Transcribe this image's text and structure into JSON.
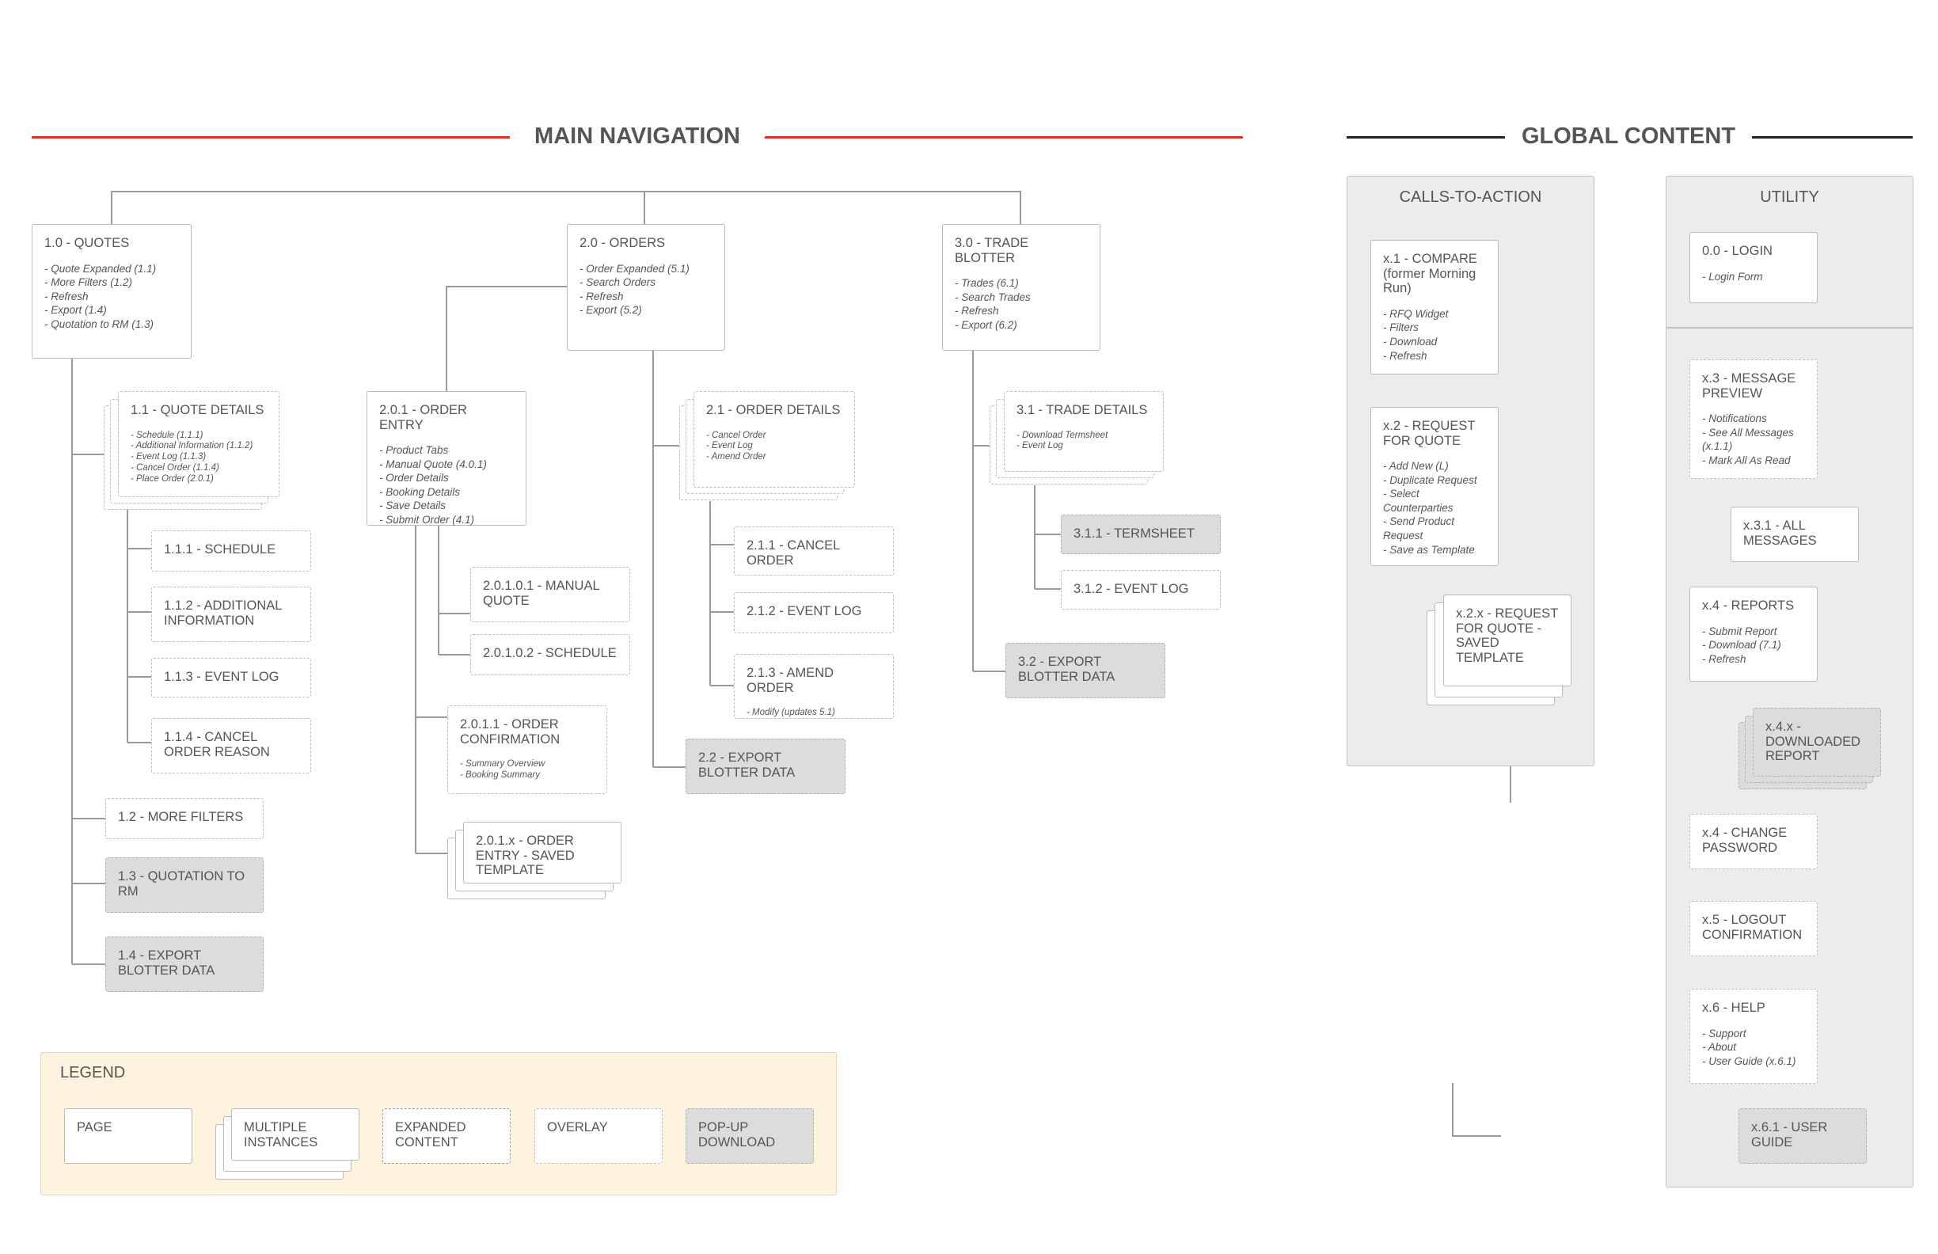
{
  "headers": {
    "main_navigation": "MAIN NAVIGATION",
    "global_content": "GLOBAL CONTENT",
    "main_line_color": "#e0322c",
    "global_line_color": "#222222"
  },
  "quotes": {
    "root": {
      "title": "1.0 - QUOTES",
      "items": [
        "Quote Expanded (1.1)",
        "More Filters (1.2)",
        "Refresh",
        "Export (1.4)",
        "Quotation to RM (1.3)"
      ]
    },
    "details": {
      "title": "1.1 - QUOTE DETAILS",
      "items": [
        "Schedule (1.1.1)",
        "Additional Information (1.1.2)",
        "Event Log (1.1.3)",
        "Cancel Order (1.1.4)",
        "Place Order (2.0.1)"
      ]
    },
    "schedule": "1.1.1 - SCHEDULE",
    "additional_info": "1.1.2 - ADDITIONAL INFORMATION",
    "event_log": "1.1.3 - EVENT LOG",
    "cancel_reason": "1.1.4 - CANCEL ORDER REASON",
    "more_filters": "1.2 - MORE FILTERS",
    "quotation_to_rm": "1.3 - QUOTATION TO RM",
    "export_blotter": "1.4 - EXPORT BLOTTER DATA"
  },
  "orders": {
    "root": {
      "title": "2.0 - ORDERS",
      "items": [
        "Order Expanded (5.1)",
        "Search Orders",
        "Refresh",
        "Export (5.2)"
      ]
    },
    "entry": {
      "title": "2.0.1 - ORDER ENTRY",
      "items": [
        "Product Tabs",
        "Manual Quote (4.0.1)",
        "Order Details",
        "Booking Details",
        "Save Details",
        "Submit Order (4.1)"
      ]
    },
    "manual_quote": "2.0.1.0.1 - MANUAL QUOTE",
    "schedule": "2.0.1.0.2 - SCHEDULE",
    "confirmation": {
      "title": "2.0.1.1 - ORDER CONFIRMATION",
      "items": [
        "Summary Overview",
        "Booking Summary"
      ]
    },
    "saved_template": "2.0.1.x - ORDER ENTRY - SAVED TEMPLATE",
    "details": {
      "title": "2.1 - ORDER DETAILS",
      "items": [
        "Cancel Order",
        "Event Log",
        " Amend Order"
      ]
    },
    "cancel_order": "2.1.1 - CANCEL ORDER",
    "event_log": "2.1.2 - EVENT LOG",
    "amend_order": {
      "title": "2.1.3 - AMEND ORDER",
      "items": [
        "Modify (updates 5.1)"
      ]
    },
    "export_blotter": "2.2 - EXPORT BLOTTER DATA"
  },
  "trade": {
    "root": {
      "title": "3.0 - TRADE BLOTTER",
      "items": [
        "Trades (6.1)",
        "Search Trades",
        "Refresh",
        "Export (6.2)"
      ]
    },
    "details": {
      "title": "3.1 - TRADE DETAILS",
      "items": [
        "Download Termsheet",
        "Event Log"
      ]
    },
    "termsheet": "3.1.1 - TERMSHEET",
    "event_log": "3.1.2 - EVENT LOG",
    "export_blotter": "3.2 - EXPORT BLOTTER DATA"
  },
  "cta": {
    "title": "CALLS-TO-ACTION",
    "compare": {
      "title": "x.1 - COMPARE (former Morning Run)",
      "items": [
        "RFQ Widget",
        "Filters",
        "Download",
        "Refresh"
      ]
    },
    "rfq": {
      "title": "x.2 - REQUEST FOR QUOTE",
      "items": [
        "Add New (L)",
        "Duplicate Request",
        "Select Counterparties",
        "Send Product Request",
        "Save as Template"
      ]
    },
    "saved_template": "x.2.x - REQUEST FOR QUOTE - SAVED TEMPLATE"
  },
  "utility": {
    "title": "UTILITY",
    "login": {
      "title": "0.0 - LOGIN",
      "items": [
        "Login Form"
      ]
    },
    "message_preview": {
      "title": "x.3 - MESSAGE PREVIEW",
      "items": [
        "Notifications",
        "See All Messages (x.1.1)",
        "Mark All As Read"
      ]
    },
    "all_messages": "x.3.1 - ALL MESSAGES",
    "reports": {
      "title": "x.4 - REPORTS",
      "items": [
        "Submit Report",
        "Download (7.1)",
        "Refresh"
      ]
    },
    "downloaded_report": "x.4.x - DOWNLOADED REPORT",
    "change_password": "x.4 - CHANGE PASSWORD",
    "logout": "x.5 - LOGOUT CONFIRMATION",
    "help": {
      "title": "x.6 - HELP",
      "items": [
        "Support",
        "About",
        "User Guide (x.6.1)"
      ]
    },
    "user_guide": "x.6.1 - USER GUIDE"
  },
  "legend": {
    "title": "LEGEND",
    "page": "PAGE",
    "multiple": "MULTIPLE INSTANCES",
    "expanded": "EXPANDED CONTENT",
    "overlay": "OVERLAY",
    "popup": "POP-UP DOWNLOAD"
  }
}
